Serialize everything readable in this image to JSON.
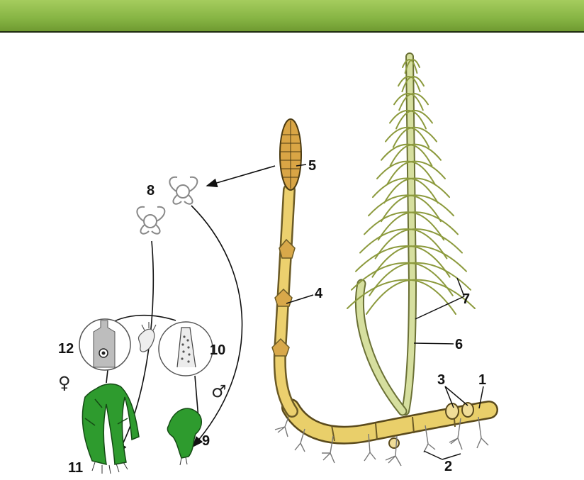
{
  "labels": {
    "l1": "1",
    "l2": "2",
    "l3": "3",
    "l4": "4",
    "l5": "5",
    "l6": "6",
    "l7": "7",
    "l8": "8",
    "l9": "9",
    "l10": "10",
    "l11": "11",
    "l12": "12"
  },
  "symbols": {
    "female": "♀",
    "male": "♂"
  },
  "colors": {
    "header": "#86b443",
    "stem_fertile": "#e7c75a",
    "stem_sterile": "#cdd99a",
    "branch": "#c6d37e",
    "gametophyte": "#2e9b2e",
    "outline": "#4a4a2a"
  }
}
